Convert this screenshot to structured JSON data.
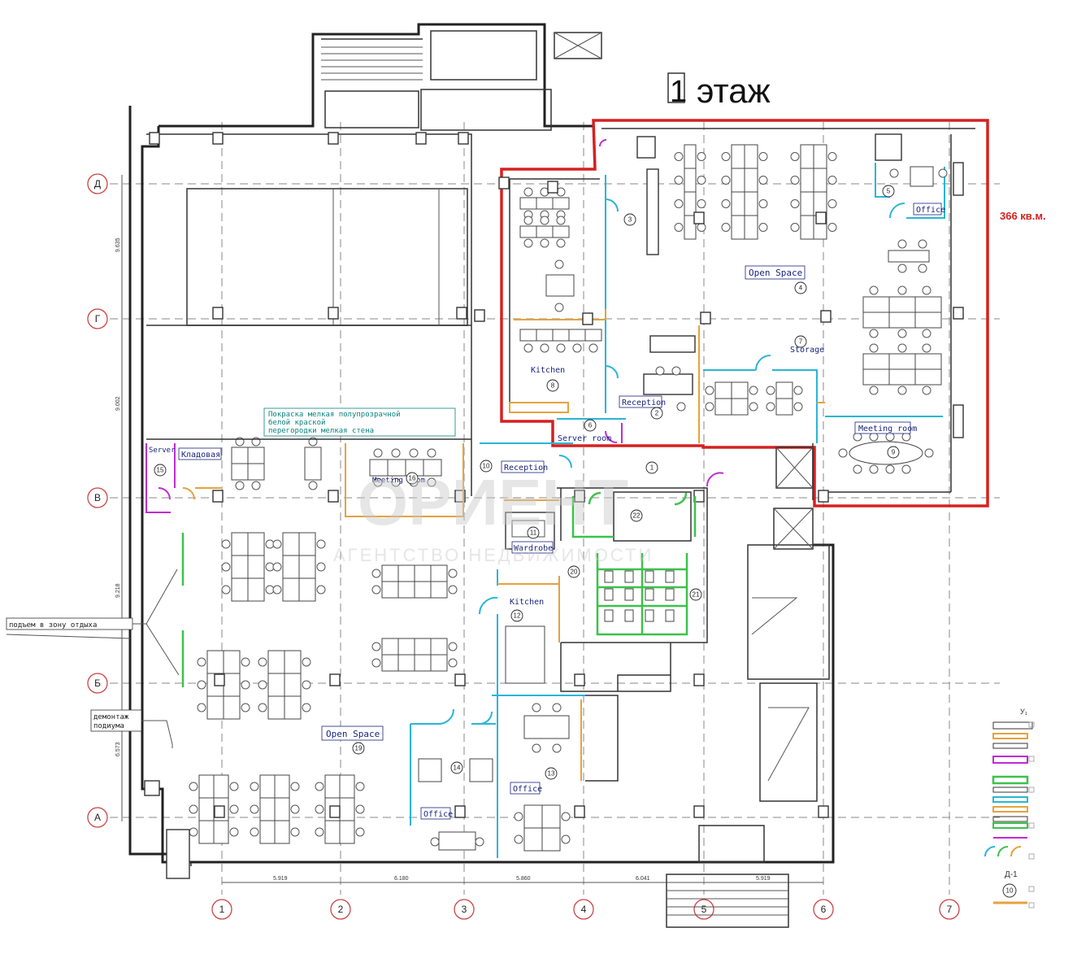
{
  "header": {
    "floor_number": "1",
    "floor_word": "этаж",
    "area": "366 кв.м."
  },
  "row_axes": [
    "Д",
    "Г",
    "В",
    "Б",
    "А"
  ],
  "column_axes": [
    "1",
    "2",
    "3",
    "4",
    "5",
    "6",
    "7"
  ],
  "row_dimensions": [
    "9.635",
    "9.002",
    "9.218",
    "6.573"
  ],
  "column_dimensions": [
    "5.919",
    "6.180",
    "5.860",
    "6.041",
    "5.919"
  ],
  "rooms": {
    "office_top_right": "Office",
    "open_space_top": "Open Space",
    "storage": "Storage",
    "kitchen_top": "Kitchen",
    "reception_top": "Reception",
    "server_room_top": "Server room",
    "meeting_room_top": "Meeting room",
    "server_room_left": "Server room",
    "storeroom_left": "Кладовая",
    "meeting_room_left": "Meeting room",
    "reception_center": "Reception",
    "wardrobe": "Wardrobe",
    "kitchen_center": "Kitchen",
    "open_space_bottom": "Open Space",
    "office_bottom_left": "Office",
    "office_bottom_center": "Office"
  },
  "room_numbers": {
    "n1": "1",
    "n2": "2",
    "n3": "3",
    "n4": "4",
    "n5": "5",
    "n6": "6",
    "n7": "7",
    "n8": "8",
    "n9": "9",
    "n10": "10",
    "n11": "11",
    "n12": "12",
    "n13": "13",
    "n14": "14",
    "n15": "15",
    "n16": "16",
    "n19": "19",
    "n20": "20",
    "n21": "21",
    "n22": "22"
  },
  "notes": {
    "partition_note_1": "Покраска мелкая полупрозрачной",
    "partition_note_2": "белой краской",
    "partition_note_3": "перегородки мелкая стена",
    "lift_note": "подъем в зону отдыха",
    "dismantle_note_1": "демонтаж",
    "dismantle_note_2": "подиума"
  },
  "legend": {
    "header": "У₁",
    "door_type": "Д-1",
    "item_number": "10"
  },
  "watermark": {
    "line1": "ОРИЕНТ",
    "line2": "АГЕНТСТВО НЕДВИЖИМОСТИ"
  },
  "colors": {
    "highlight": "#d62020",
    "cyan_partitions": "#29b6d6",
    "orange_partitions": "#e6a23c",
    "green_sanitary": "#3cc24a",
    "magenta_server": "#c02bd6",
    "room_label": "#1a237e"
  }
}
